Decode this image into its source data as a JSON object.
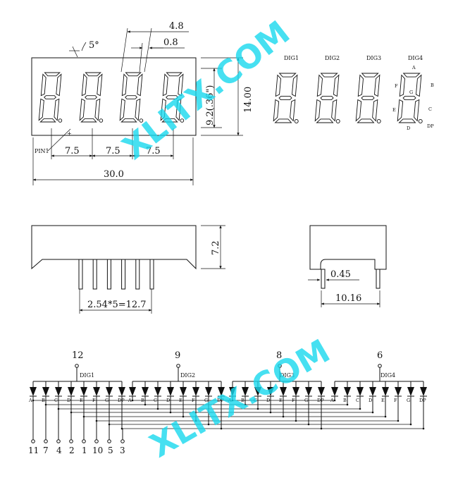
{
  "front_view": {
    "angle": "5°",
    "width_4_8": "4.8",
    "seg_0_8": "0.8",
    "pin1": "PIN1",
    "pitches": [
      "7.5",
      "7.5",
      "7.5"
    ],
    "total_width": "30.0",
    "digit_height": "9.2(.36\")",
    "height": "14.00"
  },
  "segment_map": {
    "digit_labels": [
      "DIG1",
      "DIG2",
      "DIG3",
      "DIG4"
    ],
    "seg_labels": {
      "a": "A",
      "b": "B",
      "c": "C",
      "d": "D",
      "e": "E",
      "f": "F",
      "g": "G",
      "dp": "DP"
    }
  },
  "side_view": {
    "height": "7.2",
    "pin_pitch": "2.54*5=12.7"
  },
  "end_view": {
    "pin_width": "0.45",
    "depth": "10.16"
  },
  "schematic": {
    "common_pins": [
      "12",
      "9",
      "8",
      "6"
    ],
    "dig_labels": [
      "DIG1",
      "DIG2",
      "DIG3",
      "DIG4"
    ],
    "seg_names": [
      "A",
      "B",
      "C",
      "D",
      "E",
      "F",
      "G",
      "DP"
    ],
    "bottom_pins": [
      "11",
      "7",
      "4",
      "2",
      "1",
      "10",
      "5",
      "3"
    ]
  },
  "watermarks": [
    "XLITX.COM",
    "XLITX.COM"
  ]
}
